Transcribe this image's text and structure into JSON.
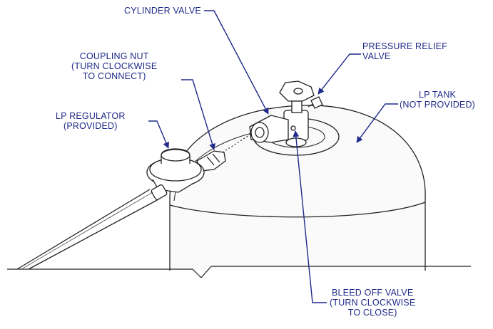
{
  "labels": {
    "cylinder_valve": "CYLINDER VALVE",
    "pressure_relief": [
      "PRESSURE RELIEF",
      "VALVE"
    ],
    "coupling_nut": [
      "COUPLING NUT",
      "(TURN CLOCKWISE",
      "TO CONNECT)"
    ],
    "lp_tank": [
      "LP TANK",
      "(NOT PROVIDED)"
    ],
    "lp_regulator": [
      "LP REGULATOR",
      "(PROVIDED)"
    ],
    "bleed_off": [
      "BLEED OFF VALVE",
      "(TURN CLOCKWISE",
      "TO CLOSE)"
    ]
  },
  "colors": {
    "label_text": "#1f2a8a",
    "leader_line": "#1f2a8a",
    "drawing_stroke": "#222222"
  }
}
